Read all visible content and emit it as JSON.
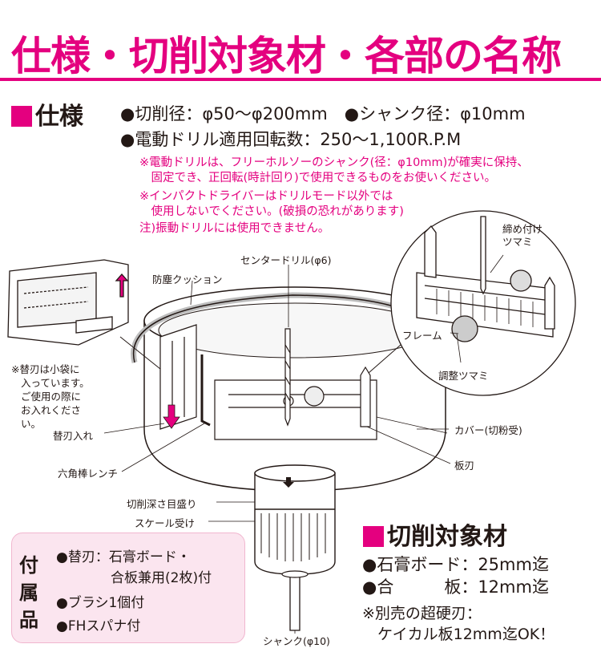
{
  "title": "仕様・切削対象材・各部の名称",
  "spec": {
    "heading": "仕様",
    "line1": "●切削径：φ50〜φ200mm　●シャンク径：φ10mm",
    "line2": "●電動ドリル適用回転数：250〜1,100R.P.M",
    "notes": [
      "※電動ドリルは、フリーホルソーのシャンク(径：φ10mm)が確実に保持、",
      "　固定でき、正回転(時計回り)で使用できるものをお使いください。",
      "※インパクトドライバーはドリルモード以外では",
      "　使用しないでください。(破損の恐れがあります)",
      "注)振動ドリルには使用できません。"
    ]
  },
  "diagram": {
    "side_note": [
      "※替刃は小袋に",
      "入っています。",
      "ご使用の際に",
      "お入れください。"
    ],
    "labels": {
      "cushion": "防塵クッション",
      "center_drill": "センタードリル(φ6)",
      "knob_tighten": "締め付け\nツマミ",
      "frame": "フレーム",
      "adjust_knob": "調整ツマミ",
      "blade_holder": "替刃入れ",
      "cover": "カバー(切粉受)",
      "hex_wrench": "六角棒レンチ",
      "plate_blade": "板刃",
      "depth_scale": "切削深さ目盛り",
      "scale_holder": "スケール受け",
      "shank": "シャンク(φ10)"
    }
  },
  "accessories": {
    "heading": [
      "付",
      "属",
      "品"
    ],
    "items": [
      "●替刃：石膏ボード・",
      "　　　　合板兼用(2枚)付",
      "●ブラシ1個付",
      "●FHスパナ付"
    ]
  },
  "materials": {
    "heading": "切削対象材",
    "items": [
      "●石膏ボード：25mm迄",
      "●合　　　板：12mm迄"
    ],
    "note": [
      "※別売の超硬刃：",
      "　ケイカル板12mm迄OK！"
    ]
  },
  "colors": {
    "accent": "#e4007f",
    "text": "#231815",
    "box": "#fbe5ef"
  }
}
